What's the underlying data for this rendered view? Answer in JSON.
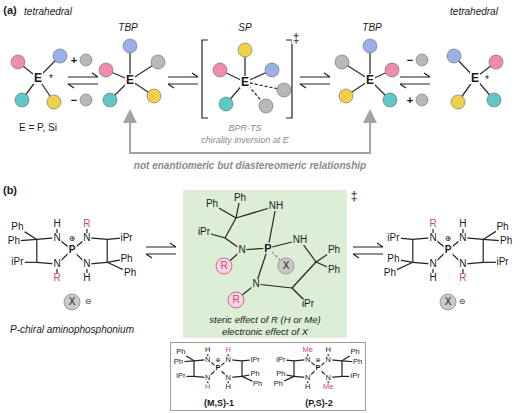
{
  "diagram": {
    "nodes": [
      {
        "text": [
          "steric effect of R (H or Me)",
          "electronic effect of X"
        ]
      },
      {
        "text": [
          "(M,S)-1",
          "(P,S)-2"
        ]
      }
    ],
    "labels": [
      "(a)",
      "tetrahedral",
      "TBP",
      "SP",
      "‡",
      "TBP",
      "tetrahedral",
      "E",
      "*",
      "E = P, Si",
      "+",
      "−",
      "E",
      "E",
      "E",
      "E",
      "*",
      "−",
      "+",
      "BPR-TS",
      "chirality inversion at E",
      "not enantiomeric but diastereomeric relationship",
      "(b)",
      "Ph",
      "Ph",
      "H",
      "N",
      "iPr",
      "N",
      "R",
      "P",
      "⊕",
      "N",
      "R",
      "iPr",
      "N",
      "H",
      "Ph",
      "Ph",
      "X",
      "⊖",
      "P-chiral aminophosphonium",
      "Ph",
      "Ph",
      "NH",
      "iPr",
      "N",
      "R",
      "P",
      "NH",
      "X",
      "N",
      "R",
      "Ph",
      "Ph",
      "iPr",
      "‡",
      "Ph",
      "Ph",
      "H",
      "N",
      "iPr",
      "N",
      "R",
      "P",
      "⊕",
      "N",
      "R",
      "iPr",
      "N",
      "H",
      "Ph",
      "Ph",
      "X",
      "⊖",
      "Ph",
      "Ph",
      "H",
      "N",
      "iPr",
      "N",
      "H",
      "P",
      "⊕",
      "N",
      "H",
      "iPr",
      "N",
      "H",
      "Ph",
      "Ph",
      "Ph",
      "Ph",
      "H",
      "N",
      "iPr",
      "N",
      "Me",
      "P",
      "⊕",
      "N",
      "Me",
      "iPr",
      "N",
      "H",
      "Ph",
      "Ph"
    ]
  }
}
